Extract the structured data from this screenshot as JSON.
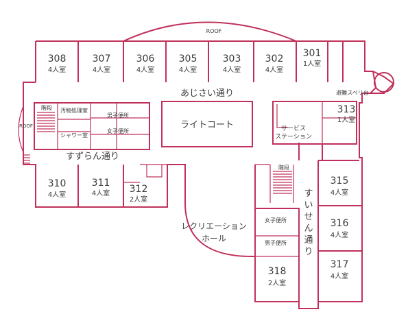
{
  "floor": {
    "roof_top": "ROOF",
    "roof_left": "ROOF",
    "evacuation_slide": "避難スベリ台",
    "light_court": "ライトコート",
    "service_station": [
      "サービス",
      "ステーション"
    ],
    "recreation_hall": [
      "レクリエーション",
      "ホール"
    ],
    "streets": {
      "ajisai": "あじさい通り",
      "suzuran": "すずらん通り",
      "suisen": [
        "す",
        "い",
        "せ",
        "ん",
        "通",
        "り"
      ]
    },
    "facilities": {
      "stairs_left": "階段",
      "stairs_center": "階段",
      "soiled_utility": "汚物処理室",
      "shower": "シャワー室",
      "mens_toilet_left": "男子便所",
      "womens_toilet_left": "女子便所",
      "womens_toilet_center": "女子便所",
      "mens_toilet_center": "男子便所"
    },
    "rooms": [
      {
        "id": "308",
        "number": "308",
        "type": "4人室"
      },
      {
        "id": "307",
        "number": "307",
        "type": "4人室"
      },
      {
        "id": "306",
        "number": "306",
        "type": "4人室"
      },
      {
        "id": "305",
        "number": "305",
        "type": "4人室"
      },
      {
        "id": "303",
        "number": "303",
        "type": "4人室"
      },
      {
        "id": "302",
        "number": "302",
        "type": "4人室"
      },
      {
        "id": "301",
        "number": "301",
        "type": "1人室"
      },
      {
        "id": "313",
        "number": "313",
        "type": "1人室"
      },
      {
        "id": "310",
        "number": "310",
        "type": "4人室"
      },
      {
        "id": "311",
        "number": "311",
        "type": "4人室"
      },
      {
        "id": "312",
        "number": "312",
        "type": "2人室"
      },
      {
        "id": "315",
        "number": "315",
        "type": "4人室"
      },
      {
        "id": "316",
        "number": "316",
        "type": "4人室"
      },
      {
        "id": "317",
        "number": "317",
        "type": "4人室"
      },
      {
        "id": "318",
        "number": "318",
        "type": "2人室"
      }
    ]
  },
  "colors": {
    "wall": "#c0305a",
    "text": "#3a3a3a"
  }
}
